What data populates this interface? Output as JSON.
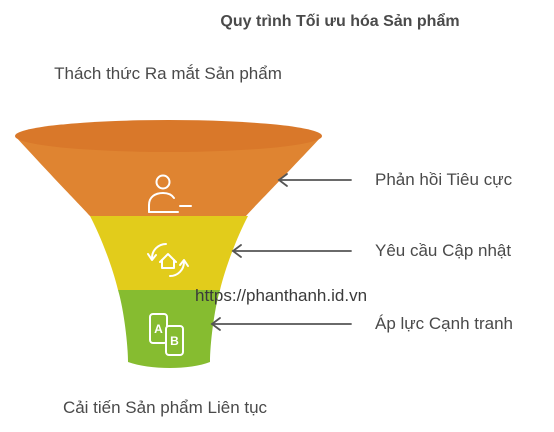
{
  "title": "Quy trình Tối ưu hóa Sản phẩm",
  "top_label": "Thách thức Ra mắt Sản phẩm",
  "bottom_label": "Cải tiến Sản phẩm Liên tục",
  "watermark": "https://phanthanh.id.vn",
  "stages": [
    {
      "label": "Phản hồi Tiêu cực",
      "icon": "user-icon",
      "color": "#df8431"
    },
    {
      "label": "Yêu cầu Cập nhật",
      "icon": "home-refresh-icon",
      "color": "#e2cc1b"
    },
    {
      "label": "Áp lực Cạnh tranh",
      "icon": "ab-test-icon",
      "color": "#86bc30"
    }
  ]
}
